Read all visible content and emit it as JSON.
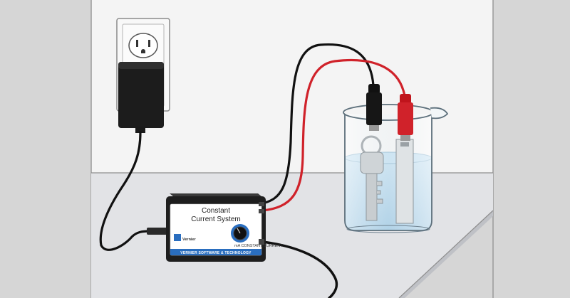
{
  "device": {
    "title_line1": "Constant",
    "title_line2": "Current System",
    "brand": "Vernier",
    "dial_label": "mA CONSTANT CURRENT",
    "footer": "VERNIER SOFTWARE & TECHNOLOGY"
  },
  "colors": {
    "page_bg": "#d6d6d6",
    "wall": "#f4f4f4",
    "table": "#e2e3e6",
    "device_blue": "#2a6ebf",
    "wire_red": "#d0222a",
    "wire_black": "#111111",
    "water": "#a9cfe6"
  }
}
